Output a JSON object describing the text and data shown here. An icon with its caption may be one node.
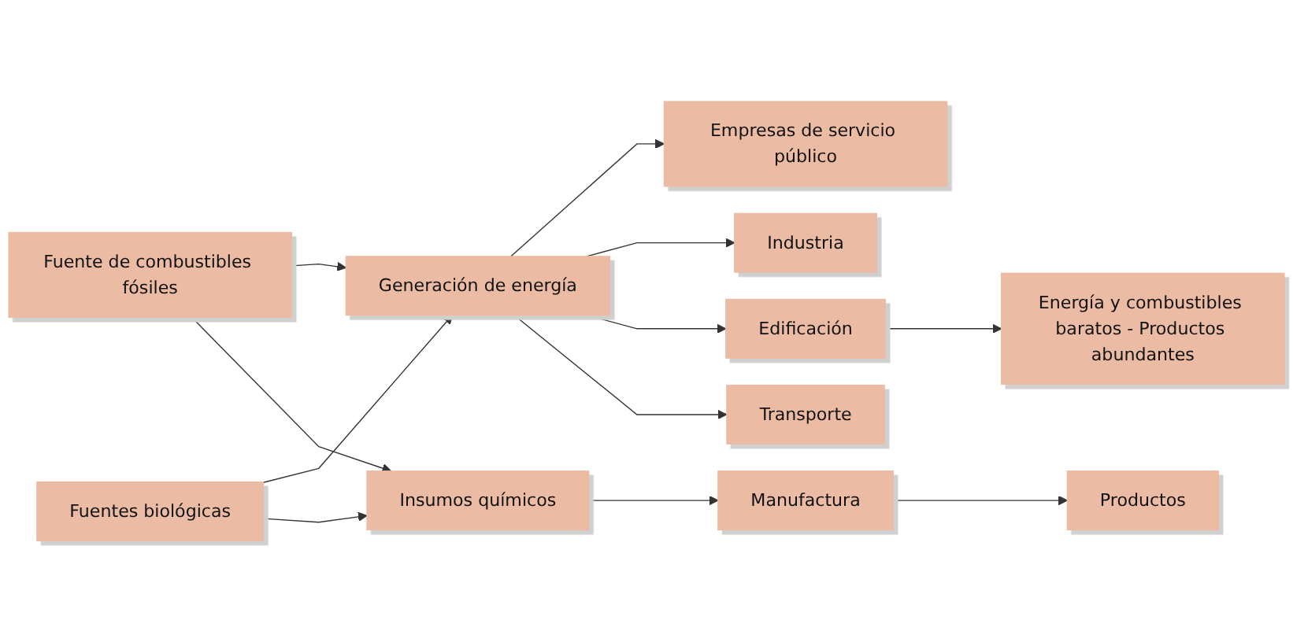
{
  "diagram": {
    "nodes": [
      {
        "text": [
          "Fuente de combustibles fósiles"
        ]
      },
      {
        "text": [
          "Fuentes biológicas"
        ]
      },
      {
        "text": [
          "Generación de energía"
        ]
      },
      {
        "text": [
          "Insumos químicos"
        ]
      },
      {
        "text": [
          "Manufactura"
        ]
      },
      {
        "text": [
          "Productos"
        ]
      },
      {
        "text": [
          "Empresas de servicio público"
        ]
      },
      {
        "text": [
          "Industria"
        ]
      },
      {
        "text": [
          "Edificación"
        ]
      },
      {
        "text": [
          "Transporte"
        ]
      },
      {
        "text": [
          "Energía y combustibles baratos - Productos abundantes"
        ]
      }
    ],
    "edges": [
      {
        "from": 0,
        "to": 2,
        "arrow": "to"
      },
      {
        "from": 0,
        "to": 3,
        "arrow": "to"
      },
      {
        "from": 1,
        "to": 2,
        "arrow": "to"
      },
      {
        "from": 1,
        "to": 3,
        "arrow": "to"
      },
      {
        "from": 2,
        "to": 6,
        "arrow": "to"
      },
      {
        "from": 2,
        "to": 7,
        "arrow": "to"
      },
      {
        "from": 2,
        "to": 8,
        "arrow": "to"
      },
      {
        "from": 2,
        "to": 9,
        "arrow": "to"
      },
      {
        "from": 8,
        "to": 10,
        "arrow": "to"
      },
      {
        "from": 3,
        "to": 4,
        "arrow": "to"
      },
      {
        "from": 4,
        "to": 5,
        "arrow": "to"
      }
    ]
  }
}
